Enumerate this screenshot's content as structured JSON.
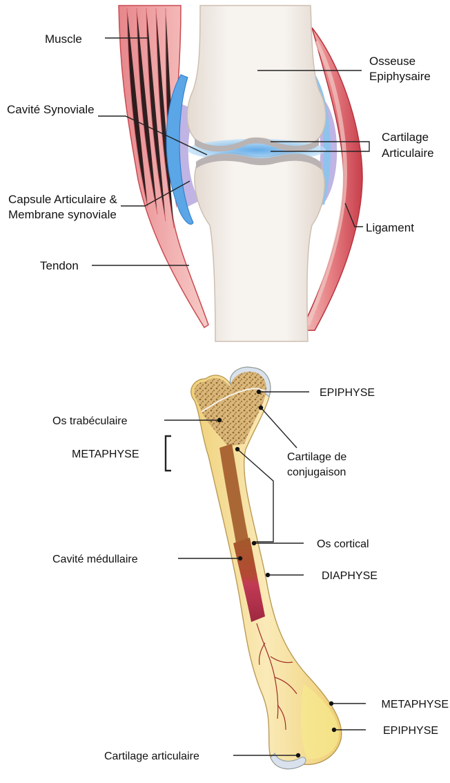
{
  "joint_diagram": {
    "labels": {
      "muscle": "Muscle",
      "osseuse_1": "Osseuse",
      "osseuse_2": "Epiphysaire",
      "cavite_synoviale": "Cavité Synoviale",
      "cartilage_1": "Cartilage",
      "cartilage_2": "Articulaire",
      "capsule_1": "Capsule Articulaire &",
      "capsule_2": "Membrane synoviale",
      "ligament": "Ligament",
      "tendon": "Tendon"
    }
  },
  "bone_diagram": {
    "labels": {
      "epiphyse_top": "EPIPHYSE",
      "os_trabeculaire": "Os trabéculaire",
      "metaphyse_top": "METAPHYSE",
      "cartilage_conj_1": "Cartilage de",
      "cartilage_conj_2": "conjugaison",
      "os_cortical": "Os cortical",
      "cavite_medullaire": "Cavité médullaire",
      "diaphyse": "DIAPHYSE",
      "metaphyse_bottom": "METAPHYSE",
      "epiphyse_bottom": "EPIPHYSE",
      "cartilage_articulaire": "Cartilage articulaire"
    }
  },
  "colors": {
    "muscle": "#d9525a",
    "bone": "#f1ece6",
    "synovial": "#6ab0e6",
    "capsule": "#b4a7de",
    "marrow_red": "#b82f4a",
    "cortical": "#f4dc86",
    "trabecular": "#c9a060"
  }
}
